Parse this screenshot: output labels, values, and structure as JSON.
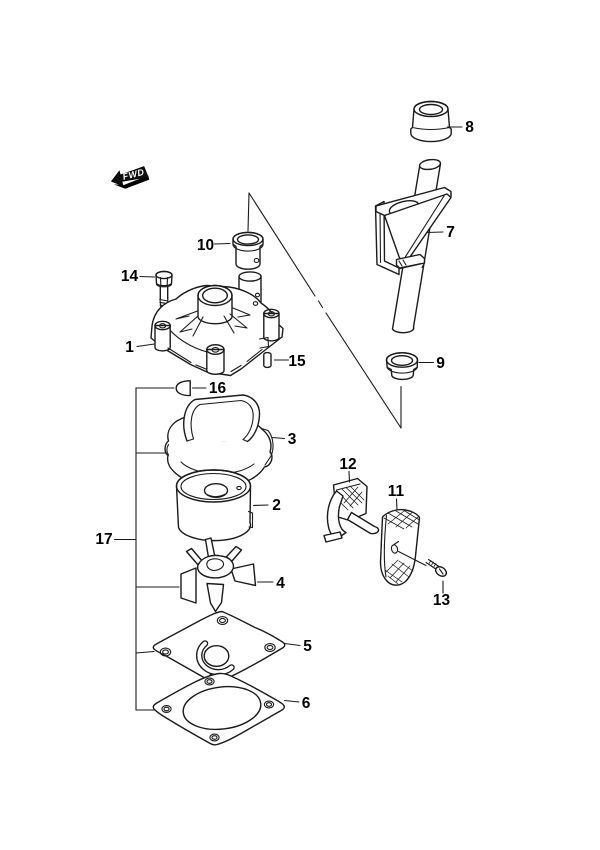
{
  "theme": {
    "background": "#ffffff",
    "line": "#1b1b1b",
    "text": "#000000"
  },
  "direction_badge": {
    "label": "FWD"
  },
  "callouts": {
    "c1": {
      "label": "1"
    },
    "c2": {
      "label": "2"
    },
    "c3": {
      "label": "3"
    },
    "c4": {
      "label": "4"
    },
    "c5": {
      "label": "5"
    },
    "c6": {
      "label": "6"
    },
    "c7": {
      "label": "7"
    },
    "c8": {
      "label": "8"
    },
    "c9": {
      "label": "9"
    },
    "c10": {
      "label": "10"
    },
    "c11": {
      "label": "11"
    },
    "c12": {
      "label": "12"
    },
    "c13": {
      "label": "13"
    },
    "c14": {
      "label": "14"
    },
    "c15": {
      "label": "15"
    },
    "c16": {
      "label": "16"
    },
    "c17": {
      "label": "17"
    }
  }
}
